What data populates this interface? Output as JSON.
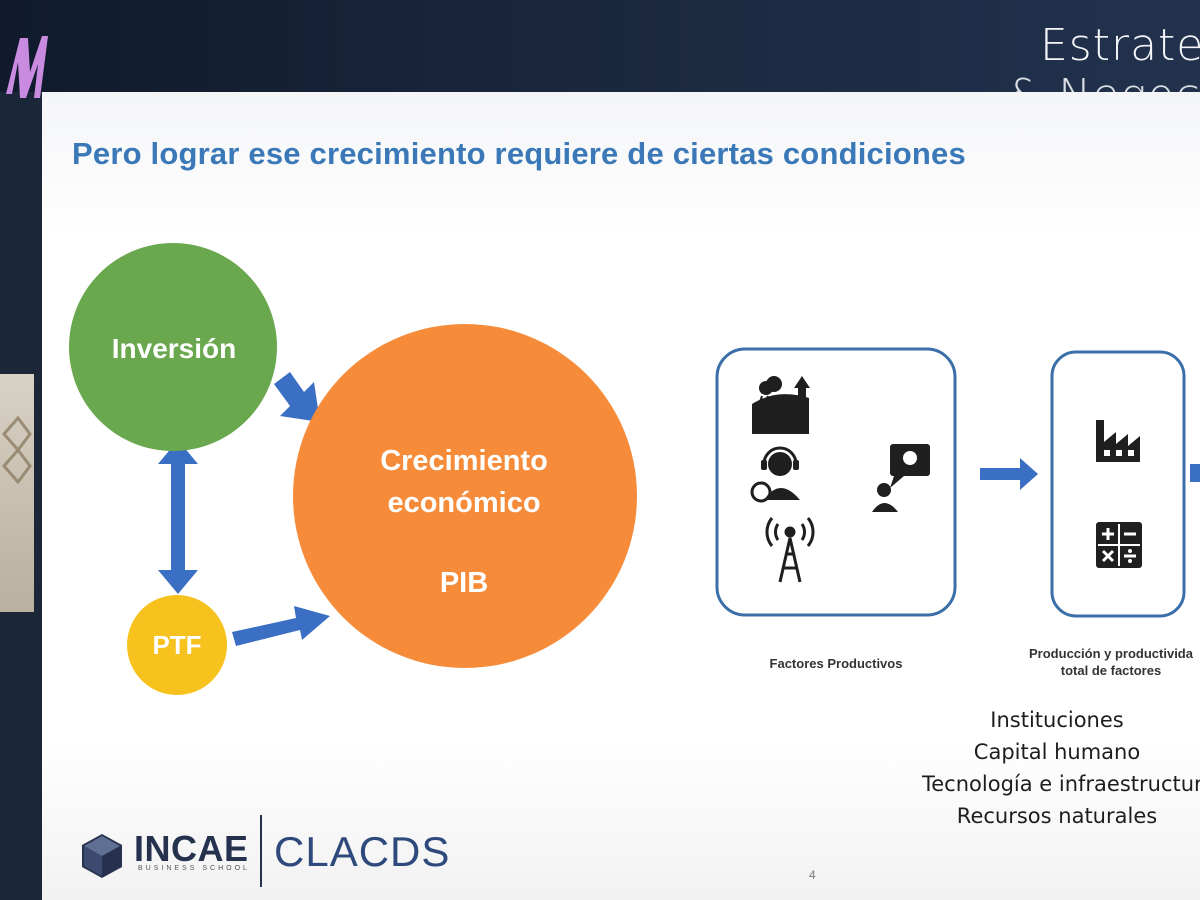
{
  "window": {
    "top_title_line1": "Estrate",
    "top_title_line2": "& Negoc"
  },
  "slide": {
    "headline": "Pero lograr ese crecimiento requiere de ciertas  condiciones",
    "page_number": "4"
  },
  "cycle_diagram": {
    "nodes": {
      "inversion": {
        "label": "Inversión",
        "color": "#6aa84f"
      },
      "crecimiento": {
        "line1": "Crecimiento",
        "line2": "económico",
        "line3": "PIB",
        "color": "#f68b3a"
      },
      "ptf": {
        "label": "PTF",
        "color": "#f7c21d"
      }
    },
    "arrow_color": "#3b6fc4"
  },
  "process_diagram": {
    "box1_caption": "Factores Productivos",
    "box2_caption_line1": "Producción y productivida",
    "box2_caption_line2": "total de factores",
    "box1_icons": [
      "landscape-icon",
      "headset-person-icon",
      "idea-speech-person-icon",
      "signal-tower-icon"
    ],
    "box2_icons": [
      "factory-icon",
      "calculator-icon"
    ],
    "border_color": "#3b6fa8",
    "arrow_color": "#3b6fc4"
  },
  "factors": [
    "Instituciones",
    "Capital humano",
    "Tecnología e infraestructura",
    "Recursos naturales"
  ],
  "footer": {
    "incae": "INCAE",
    "incae_sub": "BUSINESS SCHOOL",
    "clacds": "CLACDS"
  }
}
